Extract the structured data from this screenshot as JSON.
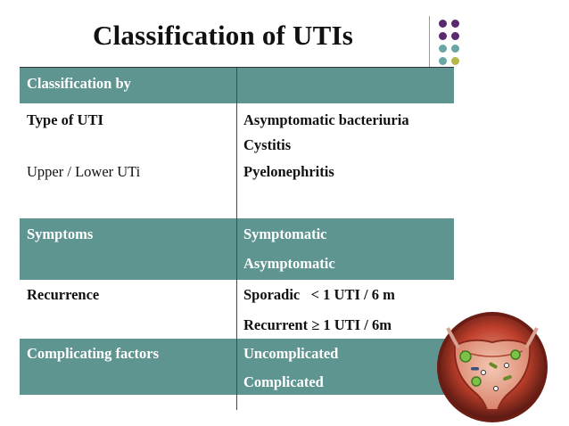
{
  "title": "Classification of UTIs",
  "table": {
    "header": {
      "col1": "Classification by",
      "col2": ""
    },
    "rows": [
      {
        "left": [
          "Type of UTI",
          "Upper / Lower UTi"
        ],
        "right": [
          "Asymptomatic bacteriuria",
          "Cystitis",
          "Pyelonephritis"
        ]
      },
      {
        "left": [
          "Symptoms"
        ],
        "right": [
          "Symptomatic",
          "Asymptomatic"
        ]
      },
      {
        "left": [
          "Recurrence"
        ],
        "right": [
          "Sporadic   < 1 UTI / 6 m",
          "Recurrent ≥ 1 UTI / 6m"
        ]
      },
      {
        "left": [
          "Complicating factors"
        ],
        "right": [
          "Uncomplicated",
          "Complicated"
        ]
      }
    ]
  },
  "colors": {
    "teal": "#5f9591",
    "dot_purple": "#5b2a6e",
    "dot_teal": "#6aa6a6",
    "dot_olive": "#b6b84a"
  },
  "illustration": "bladder-infection-illustration"
}
